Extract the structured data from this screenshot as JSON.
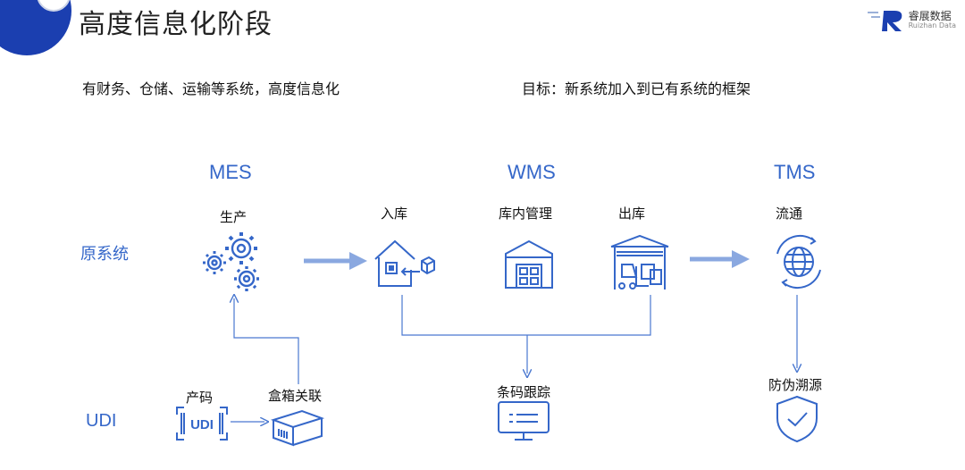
{
  "header": {
    "title": "高度信息化阶段",
    "brand_cn": "睿展数据",
    "brand_en": "Ruizhan Data"
  },
  "subtitles": {
    "left": "有财务、仓储、运输等系统，高度信息化",
    "right": "目标：新系统加入到已有系统的框架"
  },
  "systems": {
    "mes": "MES",
    "wms": "WMS",
    "tms": "TMS"
  },
  "rows": {
    "original": "原系统",
    "udi": "UDI"
  },
  "nodes": {
    "production": "生产",
    "inbound": "入库",
    "warehouse": "库内管理",
    "outbound": "出库",
    "circulation": "流通",
    "code": "产码",
    "box_link": "盒箱关联",
    "barcode_tracking": "条码跟踪",
    "anti_counterfeit": "防伪溯源"
  },
  "icon_text": {
    "udi": "UDI"
  },
  "colors": {
    "accent": "#3567c9",
    "line": "#4a78d0",
    "arrow": "#8aa8e0"
  }
}
